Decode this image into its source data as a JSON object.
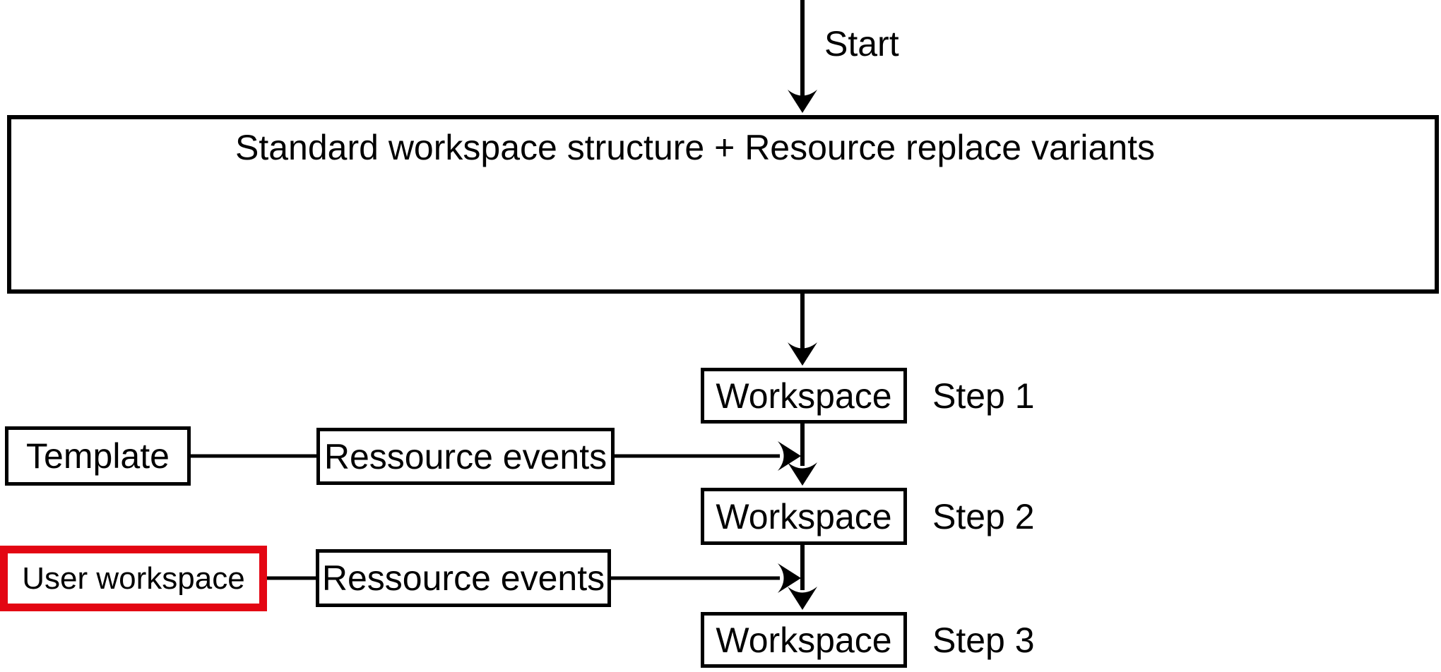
{
  "diagram": {
    "start": {
      "label": "Start"
    },
    "title_box": {
      "text": "Standard workspace structure + Resource replace variants"
    },
    "steps": [
      {
        "box_label": "Workspace",
        "step_label": "Step 1"
      },
      {
        "box_label": "Workspace",
        "step_label": "Step 2"
      },
      {
        "box_label": "Workspace",
        "step_label": "Step 3"
      }
    ],
    "inputs": [
      {
        "source_label": "Template",
        "event_label": "Ressource events"
      },
      {
        "source_label": "User workspace",
        "event_label": "Ressource events",
        "highlighted": true
      }
    ],
    "colors": {
      "line": "#000000",
      "text": "#000000",
      "highlight_border": "#e30613",
      "background": "#ffffff"
    }
  }
}
